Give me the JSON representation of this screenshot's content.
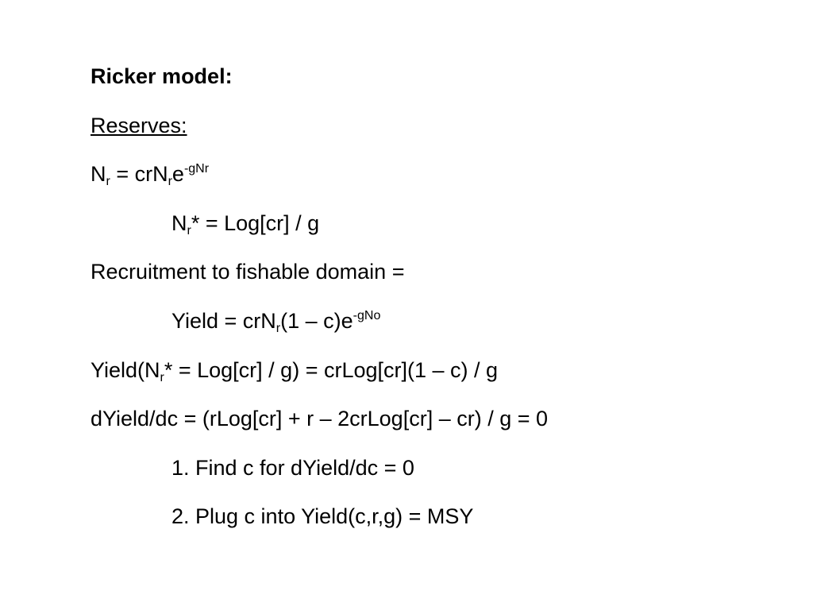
{
  "title": "Ricker model:",
  "section_heading": "Reserves:",
  "eq1": {
    "a": "N",
    "a_sub": "r",
    "b": " = crN",
    "b_sub": "r",
    "c": "e",
    "c_sup": "-gNr"
  },
  "eq2": {
    "a": "N",
    "a_sub": "r",
    "b": "* = Log[cr] / g"
  },
  "recruitment_label": "Recruitment to fishable domain =",
  "eq3": {
    "a": "Yield = crN",
    "a_sub": "r",
    "b": "(1 – c)e",
    "b_sup": "-gNo"
  },
  "eq4": {
    "a": "Yield(N",
    "a_sub": "r",
    "b": "* = Log[cr] / g) = crLog[cr](1 – c) / g"
  },
  "eq5": "dYield/dc = (rLog[cr] + r – 2crLog[cr] – cr) / g = 0",
  "steps": [
    "1. Find c for dYield/dc = 0",
    "2. Plug c into Yield(c,r,g) = MSY"
  ]
}
